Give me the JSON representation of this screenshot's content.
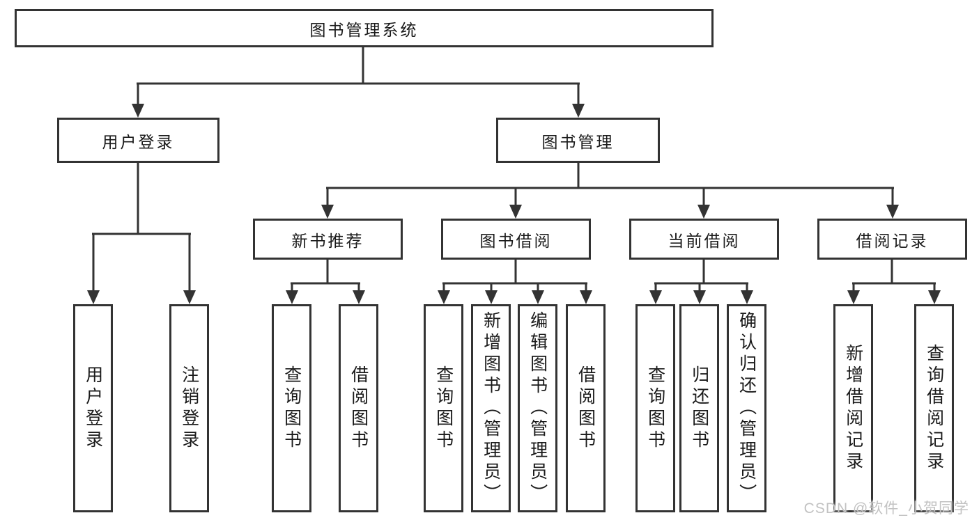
{
  "diagram": {
    "root": "图书管理系统",
    "level2": {
      "user_login": "用户登录",
      "book_mgmt": "图书管理"
    },
    "level3": {
      "new_books": "新书推荐",
      "book_borrow": "图书借阅",
      "current_borrow": "当前借阅",
      "borrow_records": "借阅记录"
    },
    "leaves": {
      "user_login": [
        "用户登录",
        "注销登录"
      ],
      "new_books": [
        "查询图书",
        "借阅图书"
      ],
      "book_borrow": [
        "查询图书",
        "新增图书（管理员）",
        "编辑图书（管理员）",
        "借阅图书"
      ],
      "current_borrow": [
        "查询图书",
        "归还图书",
        "确认归还（管理员）"
      ],
      "borrow_records": [
        "新增借阅记录",
        "查询借阅记录"
      ]
    }
  },
  "watermark": "CSDN @软件_小贺同学",
  "colors": {
    "line": "#333333",
    "text": "#1a1a1a",
    "background": "#ffffff",
    "watermark": "#c2c2c2"
  }
}
